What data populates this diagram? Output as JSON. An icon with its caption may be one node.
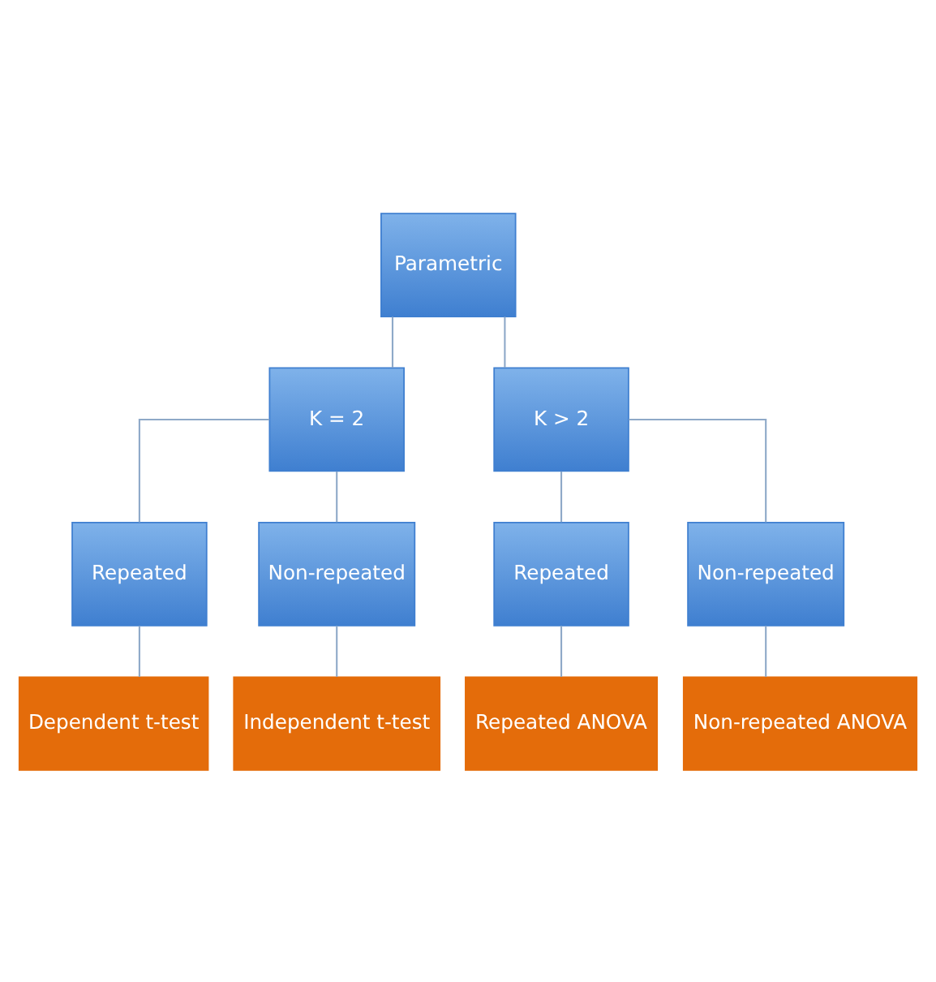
{
  "diagram": {
    "nodes": [
      {
        "text": [
          "Parametric"
        ]
      },
      {
        "text": [
          "K = 2"
        ]
      },
      {
        "text": [
          "K > 2"
        ]
      },
      {
        "text": [
          "Repeated"
        ]
      },
      {
        "text": [
          "Non-repeated"
        ]
      },
      {
        "text": [
          "Repeated"
        ]
      },
      {
        "text": [
          "Non-repeated"
        ]
      },
      {
        "text": [
          "Dependent t-test"
        ]
      },
      {
        "text": [
          "Independent t-test"
        ]
      },
      {
        "text": [
          "Repeated ANOVA"
        ]
      },
      {
        "text": [
          "Non-repeated ANOVA"
        ]
      }
    ],
    "edges": [
      {
        "from": 0,
        "to": 1,
        "arrow": "none"
      },
      {
        "from": 0,
        "to": 2,
        "arrow": "none"
      },
      {
        "from": 1,
        "to": 3,
        "arrow": "none"
      },
      {
        "from": 1,
        "to": 4,
        "arrow": "none"
      },
      {
        "from": 2,
        "to": 5,
        "arrow": "none"
      },
      {
        "from": 2,
        "to": 6,
        "arrow": "none"
      },
      {
        "from": 3,
        "to": 7,
        "arrow": "none"
      },
      {
        "from": 4,
        "to": 8,
        "arrow": "none"
      },
      {
        "from": 5,
        "to": 9,
        "arrow": "none"
      },
      {
        "from": 6,
        "to": 10,
        "arrow": "none"
      }
    ]
  }
}
